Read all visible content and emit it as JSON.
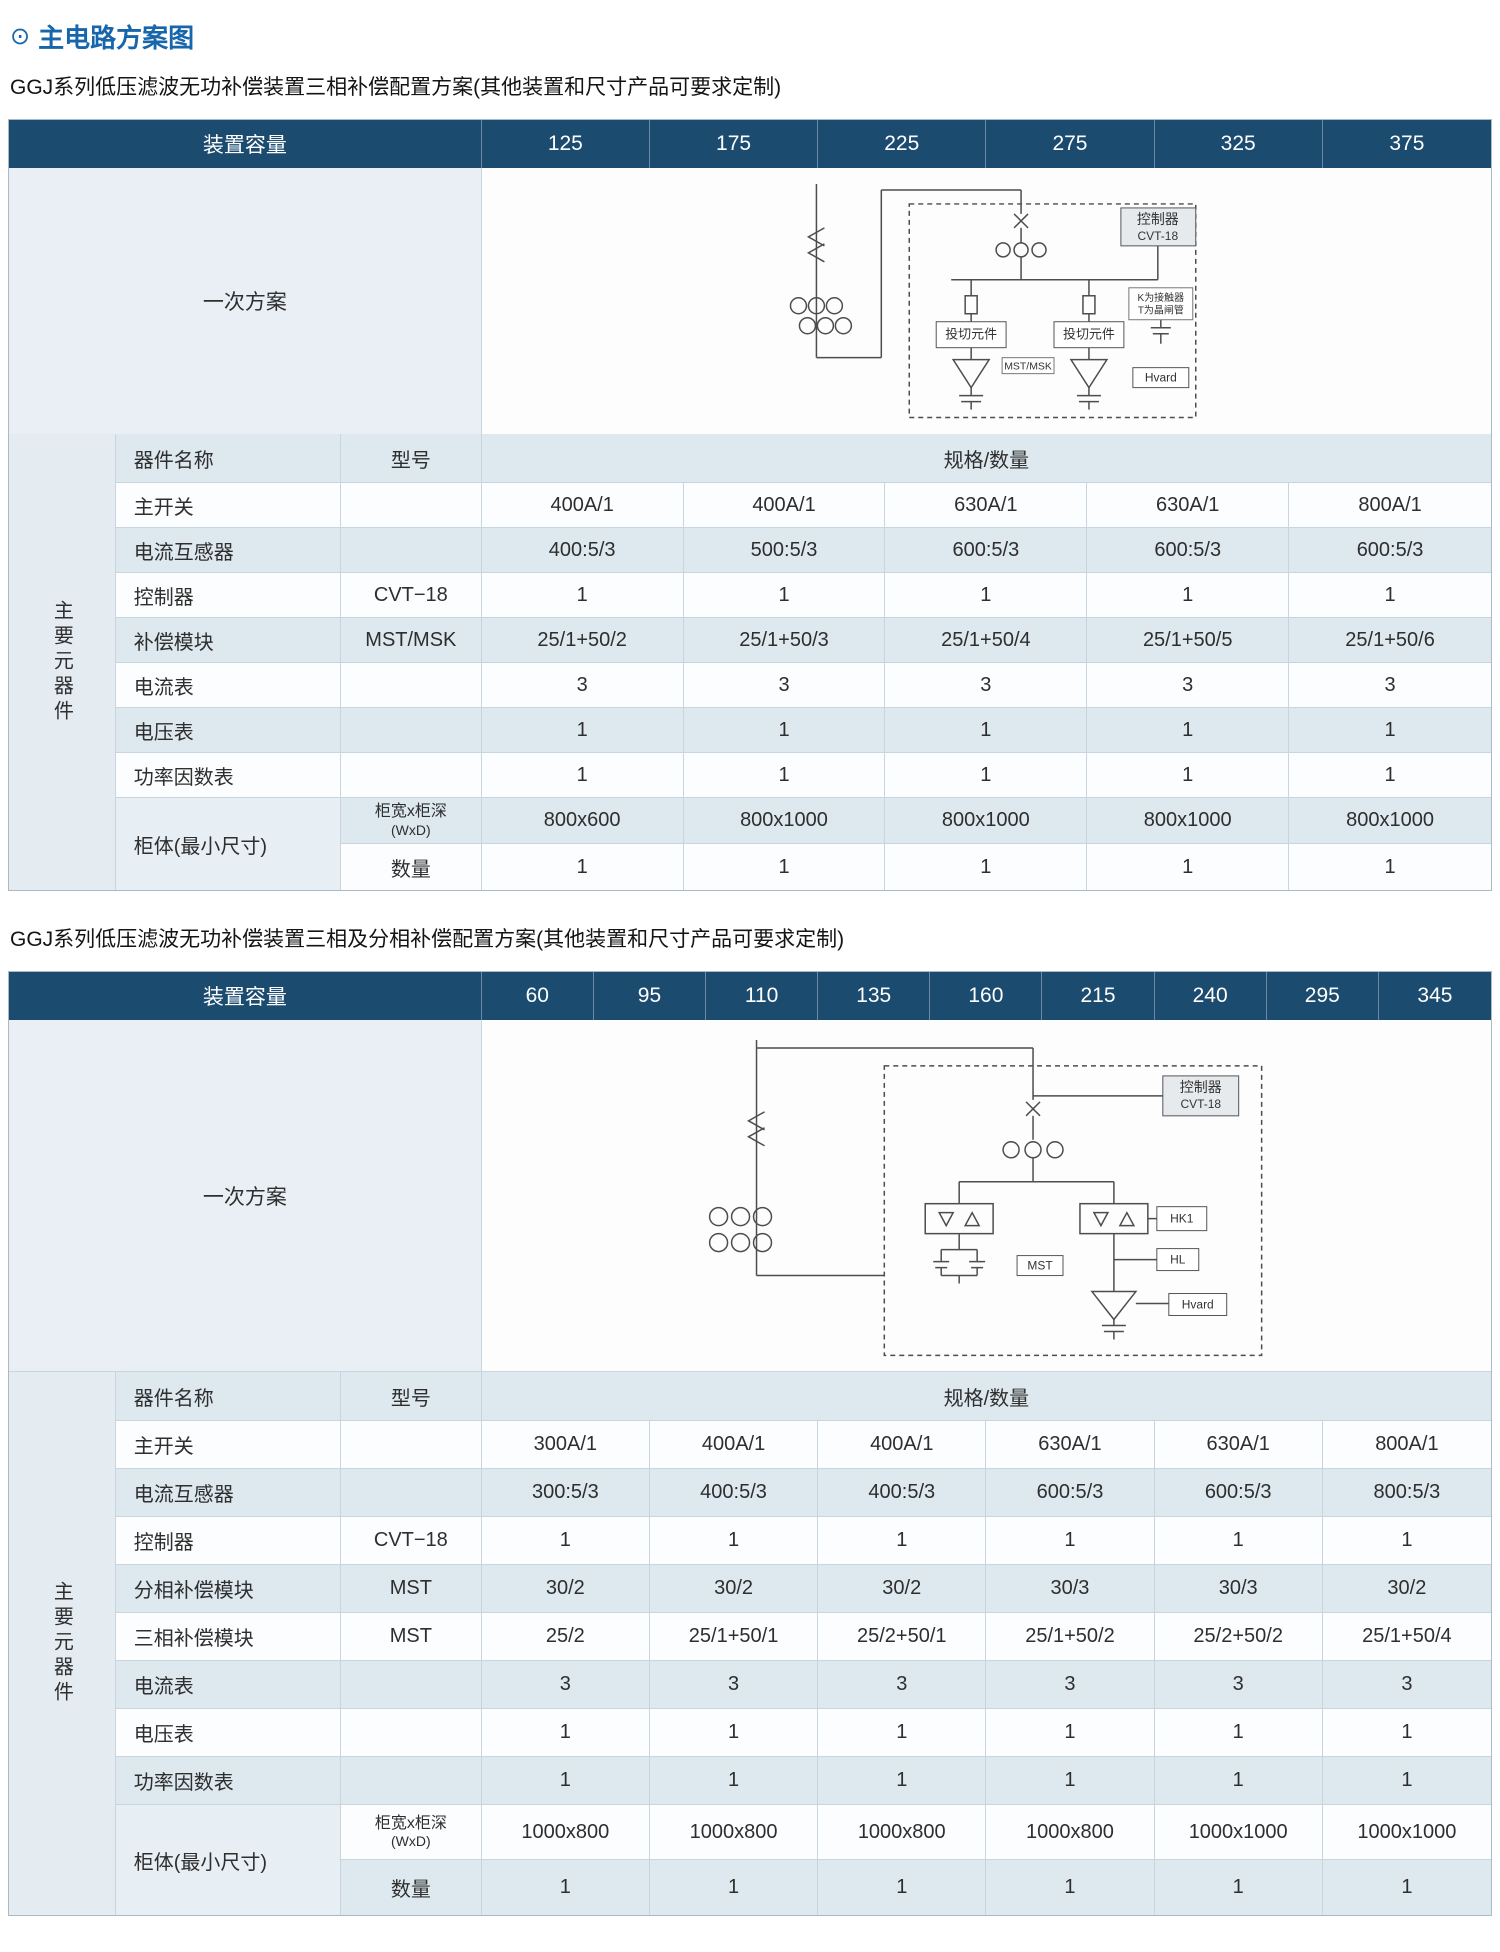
{
  "page": {
    "bullet": "⊙",
    "title": "主电路方案图"
  },
  "section1": {
    "subtitle": "GGJ系列低压滤波无功补偿装置三相补偿配置方案(其他装置和尺寸产品可要求定制)",
    "table": {
      "capacity_label": "装置容量",
      "capacities": [
        "125",
        "175",
        "225",
        "275",
        "325",
        "375"
      ],
      "scheme_label": "一次方案",
      "group_label": "主要元器件",
      "columns": {
        "name": "器件名称",
        "model": "型号",
        "spec": "规格/数量"
      },
      "rows": [
        {
          "name": "主开关",
          "model": "",
          "values": [
            "400A/1",
            "400A/1",
            "630A/1",
            "630A/1",
            "800A/1"
          ]
        },
        {
          "name": "电流互感器",
          "model": "",
          "values": [
            "400:5/3",
            "500:5/3",
            "600:5/3",
            "600:5/3",
            "600:5/3"
          ]
        },
        {
          "name": "控制器",
          "model": "CVT−18",
          "values": [
            "1",
            "1",
            "1",
            "1",
            "1"
          ]
        },
        {
          "name": "补偿模块",
          "model": "MST/MSK",
          "values": [
            "25/1+50/2",
            "25/1+50/3",
            "25/1+50/4",
            "25/1+50/5",
            "25/1+50/6"
          ]
        },
        {
          "name": "电流表",
          "model": "",
          "values": [
            "3",
            "3",
            "3",
            "3",
            "3"
          ]
        },
        {
          "name": "电压表",
          "model": "",
          "values": [
            "1",
            "1",
            "1",
            "1",
            "1"
          ]
        },
        {
          "name": "功率因数表",
          "model": "",
          "values": [
            "1",
            "1",
            "1",
            "1",
            "1"
          ]
        }
      ],
      "cabinet": {
        "name": "柜体(最小尺寸)",
        "size_label_1": "柜宽x柜深",
        "size_label_2": "(WxD)",
        "sizes": [
          "800x600",
          "800x1000",
          "800x1000",
          "800x1000",
          "800x1000"
        ],
        "qty_label": "数量",
        "qtys": [
          "1",
          "1",
          "1",
          "1",
          "1"
        ]
      }
    },
    "diagram": {
      "controller_title": "控制器",
      "controller_model": "CVT-18",
      "switching_unit": "投切元件",
      "module_label": "MST/MSK",
      "note_line1": "K为接触器",
      "note_line2": "T为晶闸管",
      "hvard": "Hvard"
    }
  },
  "section2": {
    "subtitle": "GGJ系列低压滤波无功补偿装置三相及分相补偿配置方案(其他装置和尺寸产品可要求定制)",
    "table": {
      "capacity_label": "装置容量",
      "capacities": [
        "60",
        "95",
        "110",
        "135",
        "160",
        "215",
        "240",
        "295",
        "345"
      ],
      "scheme_label": "一次方案",
      "group_label": "主要元器件",
      "columns": {
        "name": "器件名称",
        "model": "型号",
        "spec": "规格/数量"
      },
      "rows": [
        {
          "name": "主开关",
          "model": "",
          "values": [
            "300A/1",
            "400A/1",
            "400A/1",
            "630A/1",
            "630A/1",
            "800A/1"
          ]
        },
        {
          "name": "电流互感器",
          "model": "",
          "values": [
            "300:5/3",
            "400:5/3",
            "400:5/3",
            "600:5/3",
            "600:5/3",
            "800:5/3"
          ]
        },
        {
          "name": "控制器",
          "model": "CVT−18",
          "values": [
            "1",
            "1",
            "1",
            "1",
            "1",
            "1"
          ]
        },
        {
          "name": "分相补偿模块",
          "model": "MST",
          "values": [
            "30/2",
            "30/2",
            "30/2",
            "30/3",
            "30/3",
            "30/2"
          ]
        },
        {
          "name": "三相补偿模块",
          "model": "MST",
          "values": [
            "25/2",
            "25/1+50/1",
            "25/2+50/1",
            "25/1+50/2",
            "25/2+50/2",
            "25/1+50/4"
          ]
        },
        {
          "name": "电流表",
          "model": "",
          "values": [
            "3",
            "3",
            "3",
            "3",
            "3",
            "3"
          ]
        },
        {
          "name": "电压表",
          "model": "",
          "values": [
            "1",
            "1",
            "1",
            "1",
            "1",
            "1"
          ]
        },
        {
          "name": "功率因数表",
          "model": "",
          "values": [
            "1",
            "1",
            "1",
            "1",
            "1",
            "1"
          ]
        }
      ],
      "cabinet": {
        "name": "柜体(最小尺寸)",
        "size_label_1": "柜宽x柜深",
        "size_label_2": "(WxD)",
        "sizes": [
          "1000x800",
          "1000x800",
          "1000x800",
          "1000x800",
          "1000x1000",
          "1000x1000"
        ],
        "qty_label": "数量",
        "qtys": [
          "1",
          "1",
          "1",
          "1",
          "1",
          "1"
        ]
      }
    },
    "diagram": {
      "controller_title": "控制器",
      "controller_model": "CVT-18",
      "module_label": "MST",
      "hk1": "HK1",
      "hl": "HL",
      "hvard": "Hvard"
    }
  }
}
